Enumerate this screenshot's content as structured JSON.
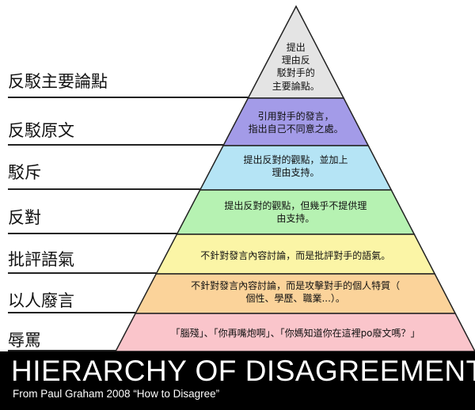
{
  "levels": [
    {
      "label": "反駁主要論點",
      "description": "提出\n理由反\n駁對手的\n主要論點。",
      "color": "#e4e4e4"
    },
    {
      "label": "反駁原文",
      "description": "引用對手的發言，\n指出自己不同意之處。",
      "color": "#a39be8"
    },
    {
      "label": "駁斥",
      "description": "提出反對的觀點，並加上\n理由支持。",
      "color": "#b5e4f5"
    },
    {
      "label": "反對",
      "description": "提出反對的觀點，但幾乎不提供理\n由支持。",
      "color": "#b6f2b2"
    },
    {
      "label": "批評語氣",
      "description": "不針對發言內容討論，而是批評對手的語氣。",
      "color": "#fbf5a6"
    },
    {
      "label": "以人廢言",
      "description": "不針對發言內容討論，而是攻擊對手的個人特質（\n個性、學歷、職業...）。",
      "color": "#fbd39a"
    },
    {
      "label": "辱罵",
      "description": "「腦殘」、「你再嘴炮啊」、「你媽知道你在這裡po廢文嗎？」",
      "color": "#fac5cb"
    }
  ],
  "footer": {
    "title": "HIERARCHY OF DISAGREEMENT",
    "subtitle": "From Paul Graham 2008 “How to Disagree”"
  }
}
